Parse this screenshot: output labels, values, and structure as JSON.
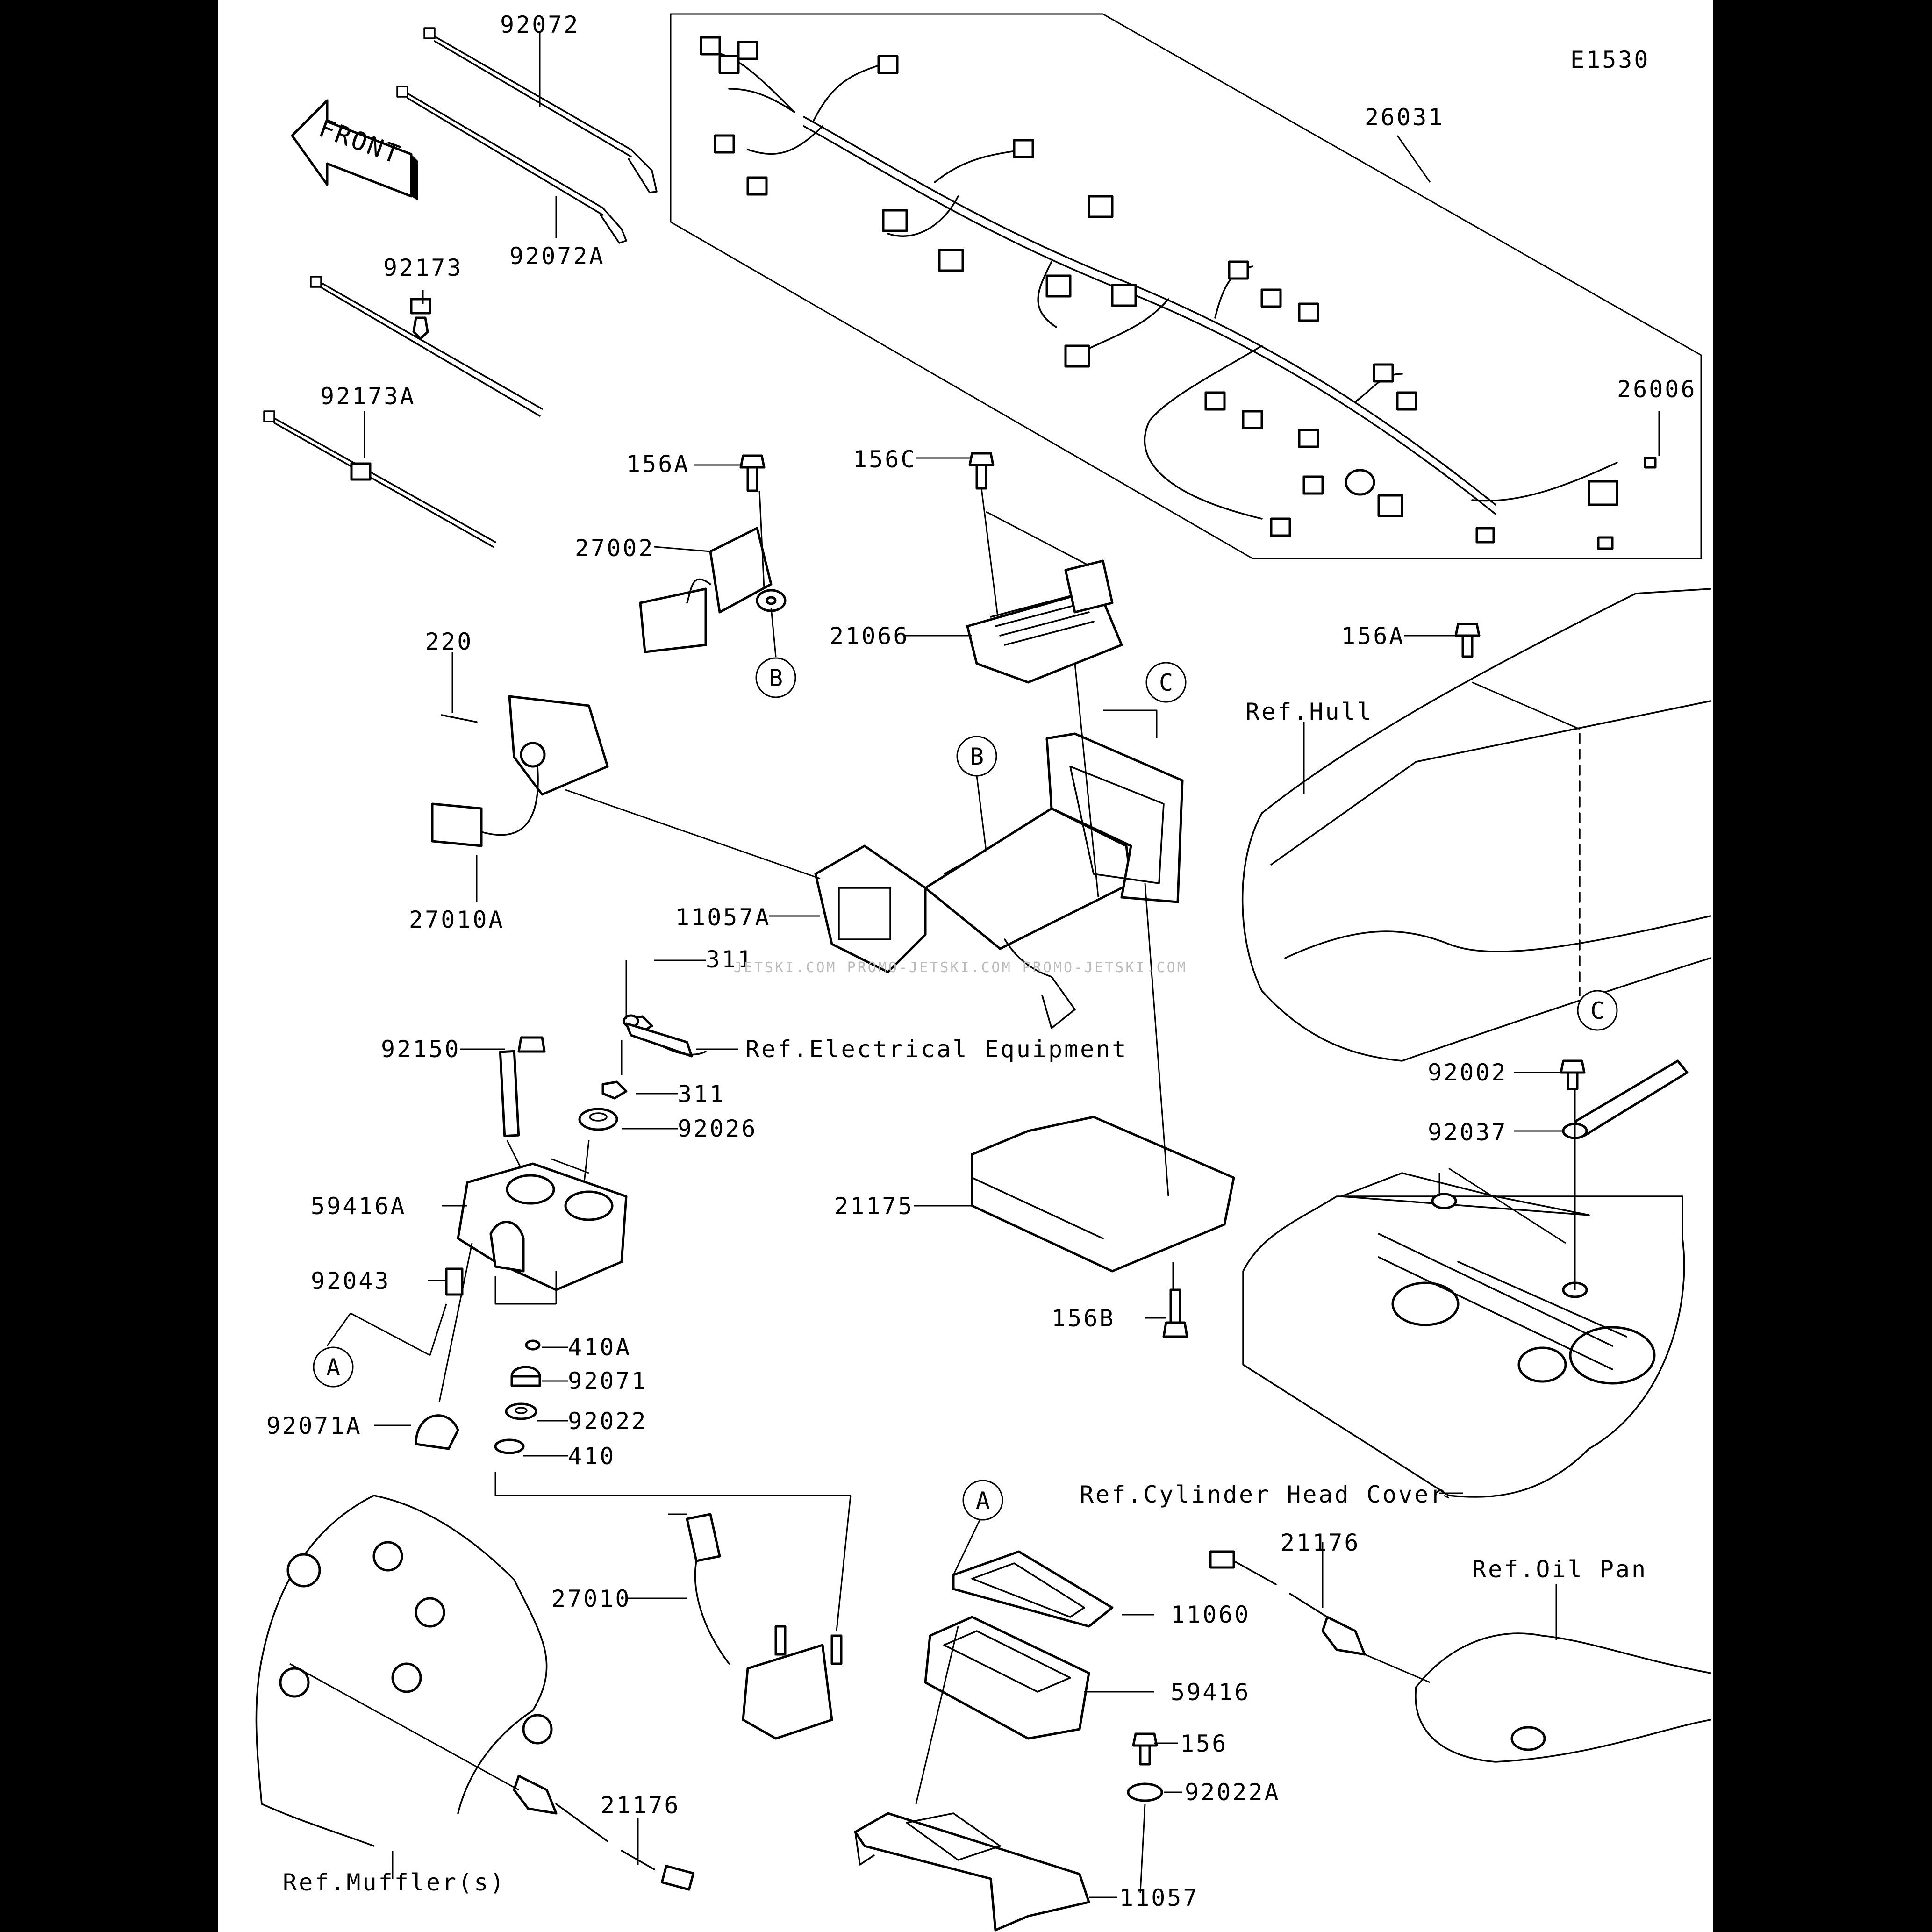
{
  "diagram_id": "E1530",
  "front_arrow": "FRONT",
  "watermark": "JETSKI.COM PROMO-JETSKI.COM PROMO-JETSKI.COM",
  "callouts": {
    "c92072": "92072",
    "c92072A": "92072A",
    "c92173": "92173",
    "c92173A": "92173A",
    "c26031": "26031",
    "c26006": "26006",
    "c156A_top": "156A",
    "c27002": "27002",
    "c156C": "156C",
    "c21066": "21066",
    "c220": "220",
    "c27010A": "27010A",
    "c11057A": "11057A",
    "c156A_hull": "156A",
    "c311_a": "311",
    "c311_b": "311",
    "c92150": "92150",
    "c92026": "92026",
    "c59416A": "59416A",
    "c92043": "92043",
    "c410A": "410A",
    "c92071": "92071",
    "c92071A": "92071A",
    "c92022": "92022",
    "c410": "410",
    "c21175": "21175",
    "c156B": "156B",
    "c92002": "92002",
    "c92037": "92037",
    "c27010": "27010",
    "c11060": "11060",
    "c59416": "59416",
    "c156": "156",
    "c92022A": "92022A",
    "c11057": "11057",
    "c21176_a": "21176",
    "c21176_b": "21176"
  },
  "references": {
    "hull": "Ref.Hull",
    "electrical": "Ref.Electrical Equipment",
    "cyl_head": "Ref.Cylinder Head Cover",
    "oil_pan": "Ref.Oil Pan",
    "muffler": "Ref.Muffler(s)"
  },
  "markers": {
    "a1": "A",
    "a2": "A",
    "b1": "B",
    "b2": "B",
    "c1": "C",
    "c2": "C"
  }
}
